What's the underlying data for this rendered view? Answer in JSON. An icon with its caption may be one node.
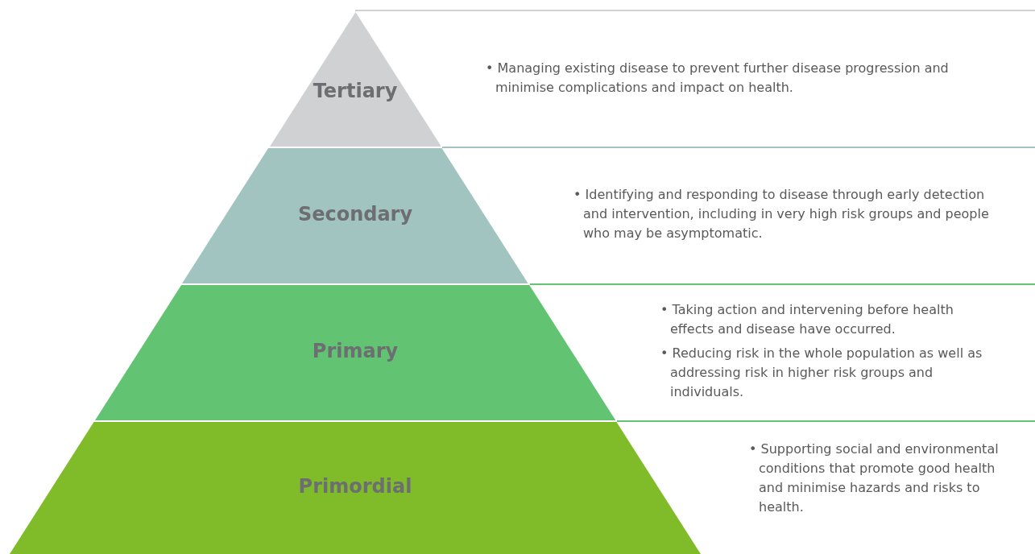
{
  "diagram": {
    "nodes": [
      {
        "text": [
          "Tertiary"
        ]
      },
      {
        "text": [
          "Secondary"
        ]
      },
      {
        "text": [
          "Primary"
        ]
      },
      {
        "text": [
          "Primordial"
        ]
      }
    ],
    "labels": [
      "• Managing existing disease to prevent further disease progression and minimise complications and impact on health.",
      "• Identifying and responding to disease through early detection and intervention, including in very high risk groups and people who may be asymptomatic.",
      "• Taking action and intervening before health effects and disease have occurred.",
      "• Reducing risk in the whole population as well as addressing risk in higher risk groups and individuals.",
      "• Supporting social and environmental conditions that promote good health and minimise hazards and risks to health."
    ]
  }
}
